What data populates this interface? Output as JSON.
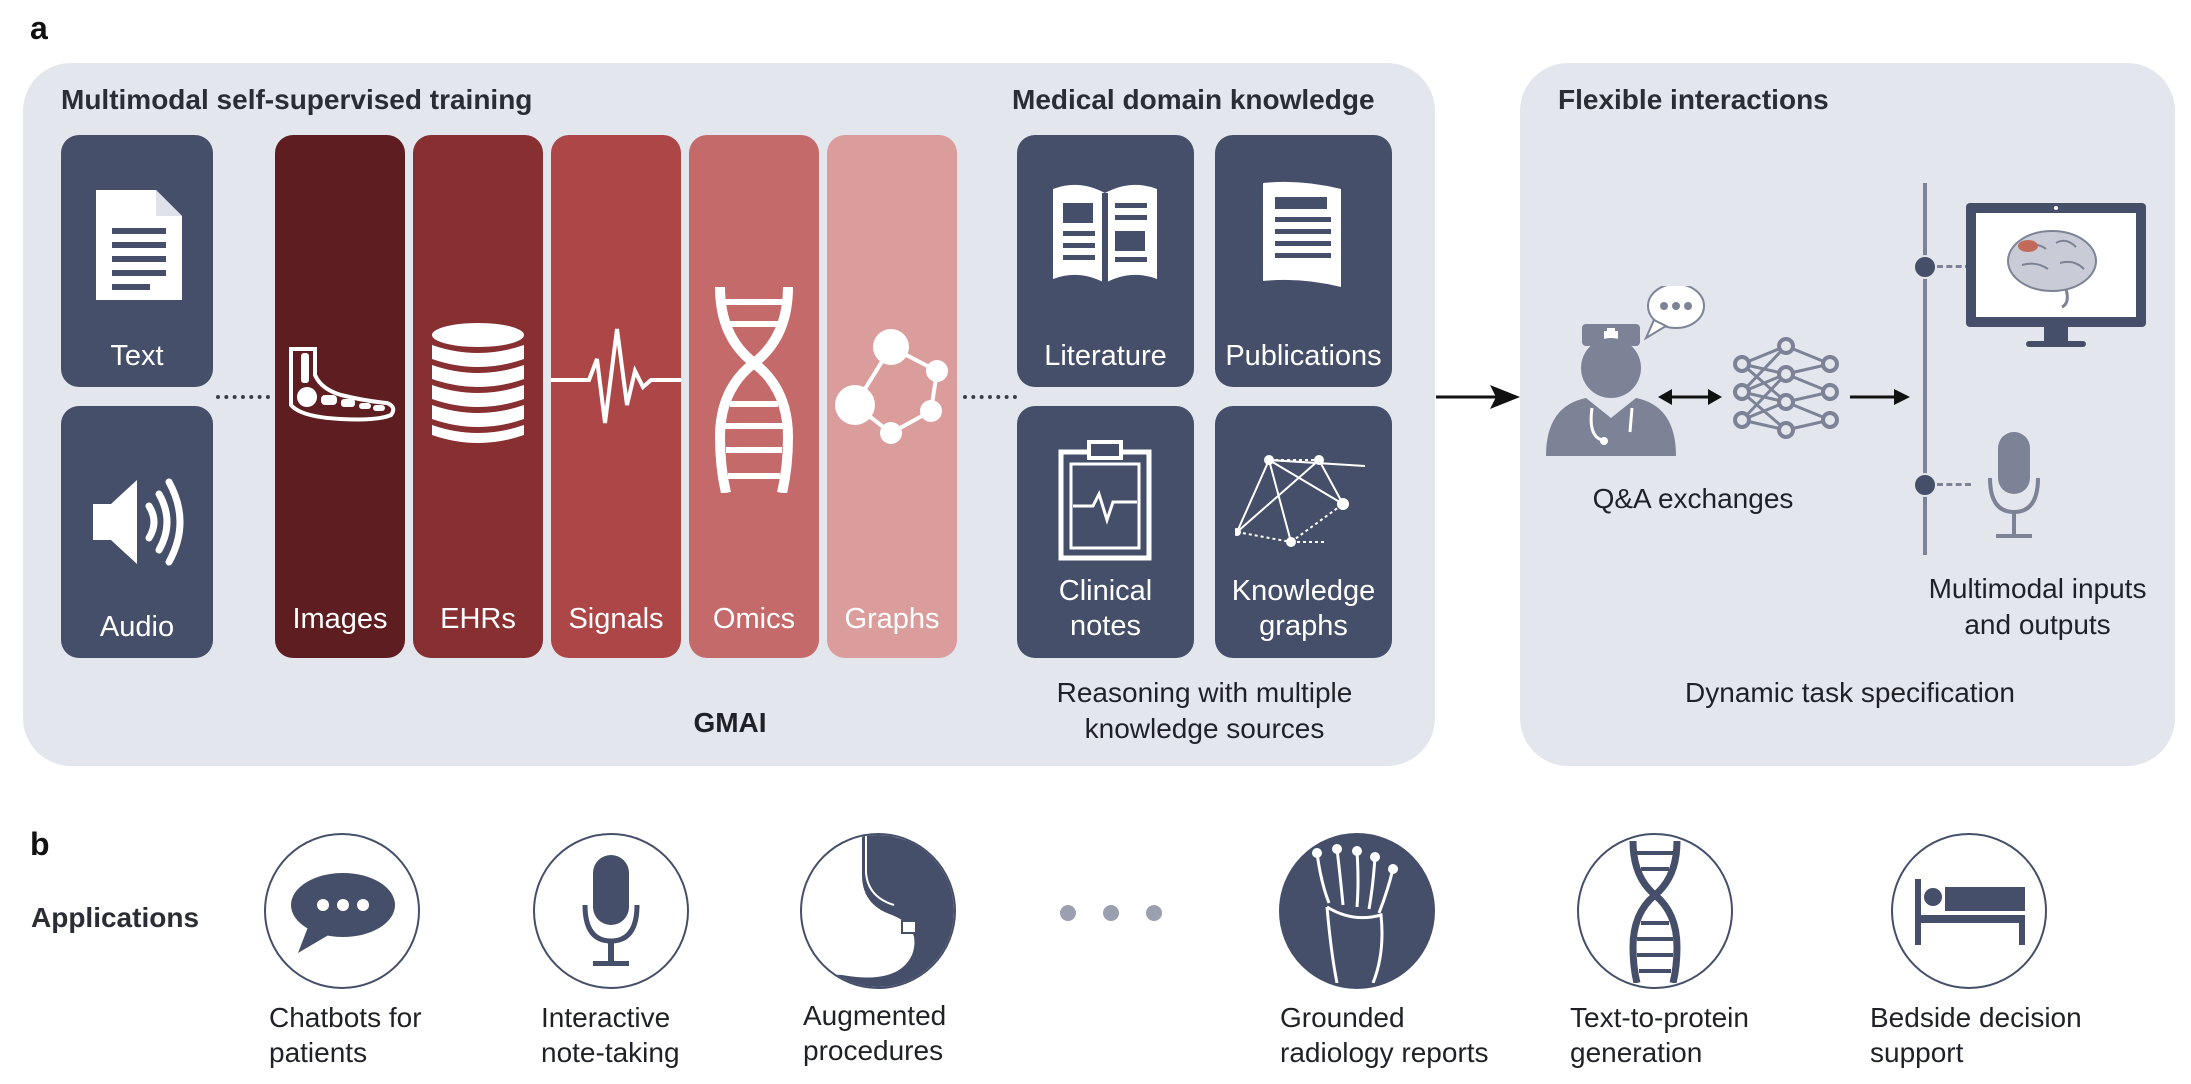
{
  "panel_a": {
    "letter": "a",
    "training_title": "Multimodal self-supervised training",
    "knowledge_title": "Medical domain knowledge",
    "tiles": {
      "text": "Text",
      "audio": "Audio"
    },
    "columns": [
      "Images",
      "EHRs",
      "Signals",
      "Omics",
      "Graphs"
    ],
    "knowledge_tiles": {
      "literature": "Literature",
      "publications": "Publications",
      "clinical_notes": [
        "Clinical",
        "notes"
      ],
      "knowledge_graphs": [
        "Knowledge",
        "graphs"
      ]
    },
    "reasoning": [
      "Reasoning with multiple",
      "knowledge sources"
    ],
    "gmai": "GMAI",
    "interactions_title": "Flexible interactions",
    "qa": "Q&A exchanges",
    "multimodal": [
      "Multimodal inputs",
      "and outputs"
    ],
    "dynamic": "Dynamic task specification"
  },
  "panel_b": {
    "letter": "b",
    "applications": "Applications",
    "apps": [
      [
        "Chatbots for",
        "patients"
      ],
      [
        "Interactive",
        "note-taking"
      ],
      [
        "Augmented",
        "procedures"
      ],
      [
        "Grounded",
        "radiology reports"
      ],
      [
        "Text-to-protein",
        "generation"
      ],
      [
        "Bedside decision",
        "support"
      ]
    ]
  },
  "colors": {
    "tile": "#454f69",
    "panel": "#e3e6ed",
    "images": "#5e1d20",
    "ehrs": "#882f32",
    "signals": "#ad4747",
    "omics": "#c56a6a",
    "graphs": "#db9c9c",
    "icon_grey": "#7d8396"
  }
}
